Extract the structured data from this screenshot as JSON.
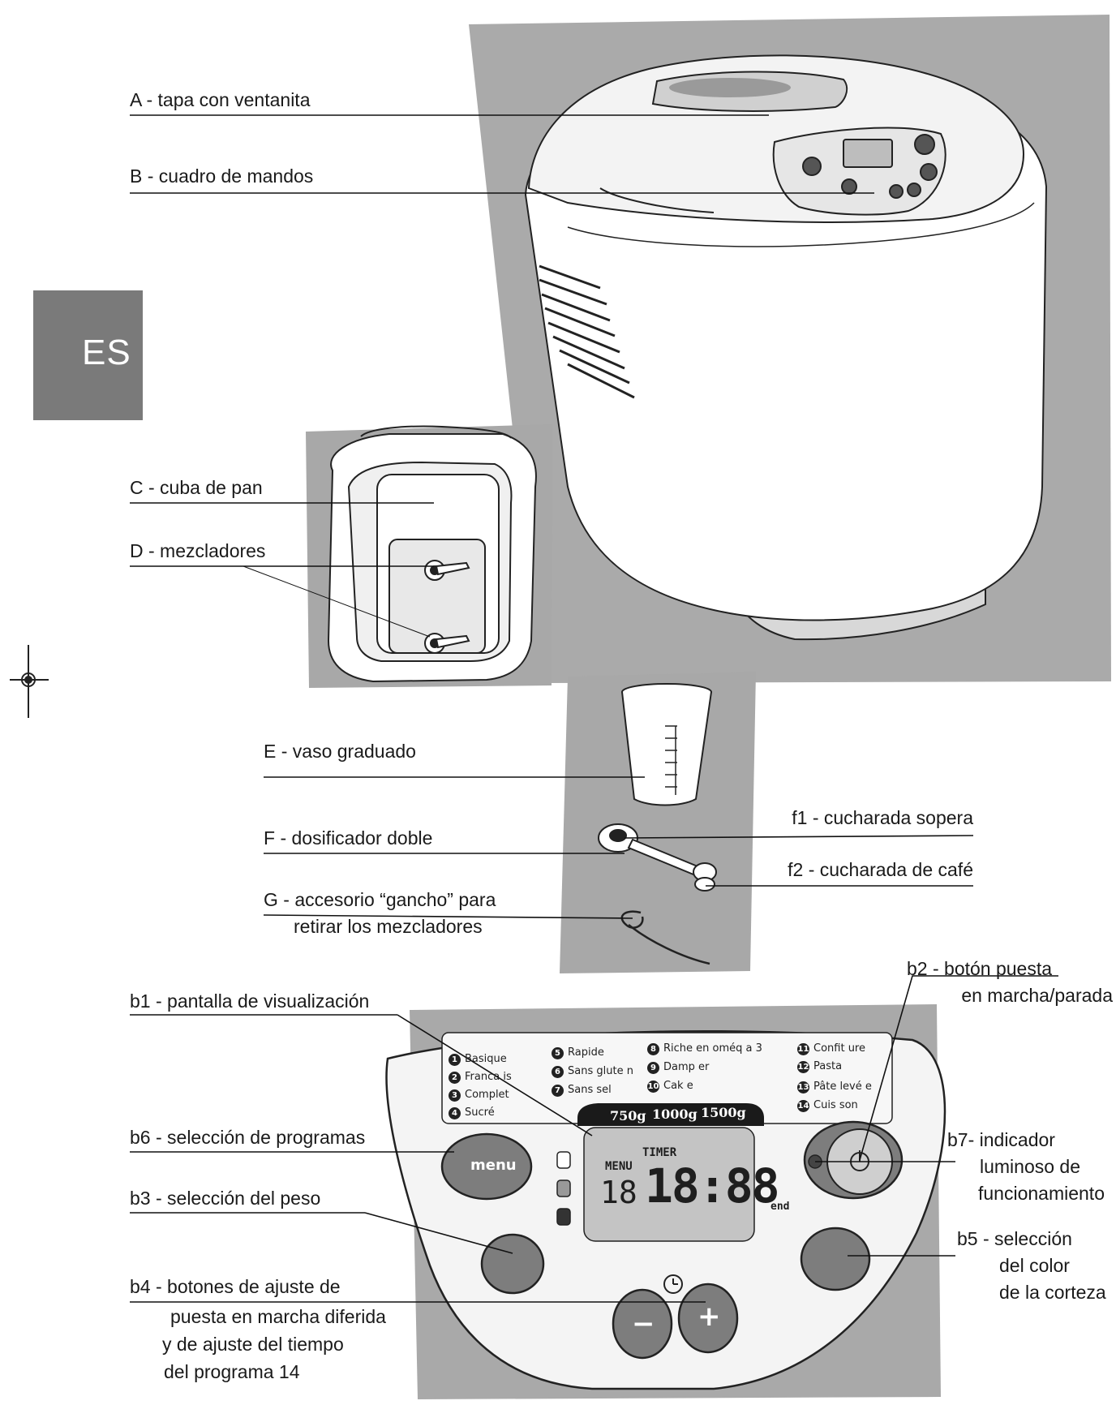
{
  "language_tab": "ES",
  "labels": {
    "A": "A - tapa con ventanita",
    "B": "B - cuadro de mandos",
    "C": "C - cuba de pan",
    "D": "D - mezcladores",
    "E": "E - vaso graduado",
    "F": "F - dosificador doble",
    "f1": "f1 - cucharada sopera",
    "f2": "f2 - cucharada de café",
    "G_line1": "G - accesorio “gancho” para",
    "G_line2": "retirar los mezcladores",
    "b1": "b1 - pantalla de visualización",
    "b2_line1": "b2 - botón puesta",
    "b2_line2": "en marcha/parada",
    "b6": "b6 - selección de programas",
    "b7_line1": "b7- indicador",
    "b7_line2": "luminoso de",
    "b7_line3": "funcionamiento",
    "b3": "b3 - selección del peso",
    "b5_line1": "b5 - selección",
    "b5_line2": "del color",
    "b5_line3": "de la corteza",
    "b4_line1": "b4 - botones de ajuste de",
    "b4_line2": "puesta en marcha diferida",
    "b4_line3": "y de ajuste del tiempo",
    "b4_line4": "del programa 14"
  },
  "panel": {
    "programs": [
      {
        "n": "1",
        "name": "Basique"
      },
      {
        "n": "2",
        "name": "Franca is"
      },
      {
        "n": "3",
        "name": "Complet"
      },
      {
        "n": "4",
        "name": "Sucré"
      },
      {
        "n": "5",
        "name": "Rapide"
      },
      {
        "n": "6",
        "name": "Sans glute n"
      },
      {
        "n": "7",
        "name": "Sans sel"
      },
      {
        "n": "8",
        "name": "Riche en oméq a 3"
      },
      {
        "n": "9",
        "name": "Damp er"
      },
      {
        "n": "10",
        "name": "Cak e"
      },
      {
        "n": "11",
        "name": "Confit ure"
      },
      {
        "n": "12",
        "name": "Pasta"
      },
      {
        "n": "13",
        "name": "Pâte levé e"
      },
      {
        "n": "14",
        "name": "Cuis son"
      }
    ],
    "weights": [
      "750g",
      "1000g",
      "1500g"
    ],
    "lcd_menu": "MENU",
    "lcd_timer": "TIMER",
    "lcd_program": "18",
    "lcd_time": "18:88",
    "lcd_end": "end",
    "menu_button": "menu",
    "minus_button": "−",
    "plus_button": "+"
  },
  "colors": {
    "gray_background": "#a9a9a9",
    "panel_fill": "#f4f4f4",
    "lcd_fill": "#c4c4c4",
    "button_fill": "#7d7d7d",
    "weight_bar": "#1a1a1a"
  }
}
